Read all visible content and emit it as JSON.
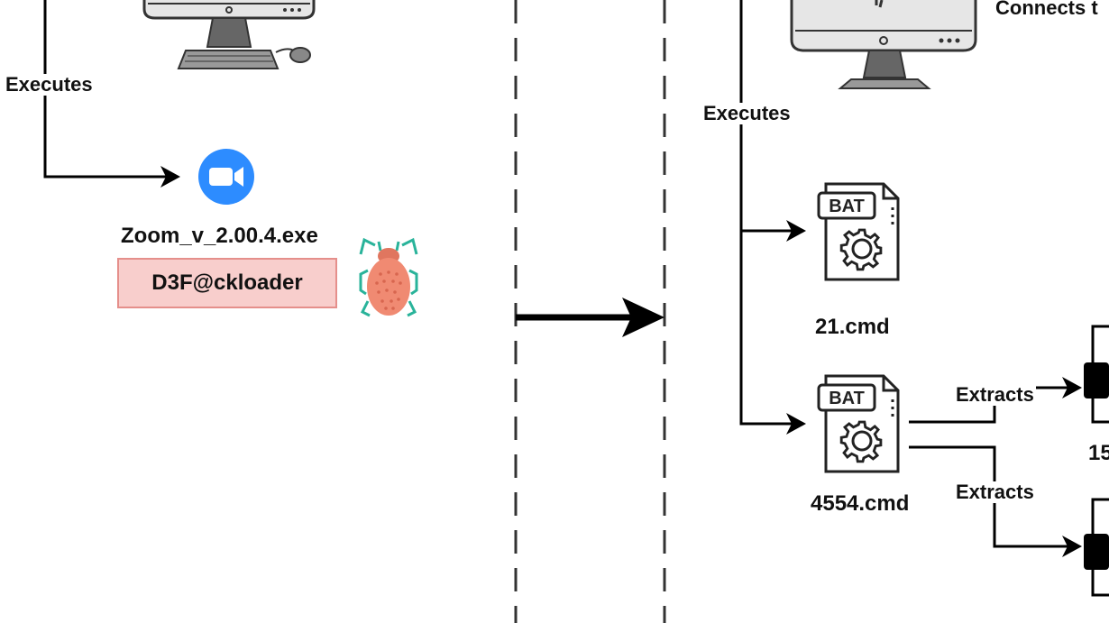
{
  "left_panel": {
    "executes_label": "Executes",
    "exe_name": "Zoom_v_2.00.4.exe",
    "malware_name": "D3F@ckloader"
  },
  "right_panel": {
    "connects_label": "Connects t",
    "executes_label": "Executes",
    "cmd1_name": "21.cmd",
    "cmd2_name": "4554.cmd",
    "bat_tag": "BAT",
    "extracts_label_1": "Extracts",
    "extracts_label_2": "Extracts",
    "partial_label": "15"
  },
  "colors": {
    "zoom_blue": "#2d8cff",
    "malware_fill": "#f8cecc",
    "malware_border": "#e58f8b",
    "bug_body": "#f08a72",
    "bug_legs": "#29b39a"
  }
}
